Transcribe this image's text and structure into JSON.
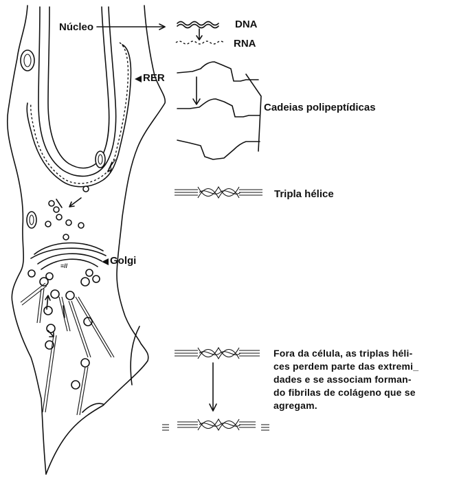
{
  "labels": {
    "nucleus": "Núcleo",
    "rer": "RER",
    "golgi": "Golgi",
    "dna": "DNA",
    "rna": "RNA",
    "polypeptides": "Cadeias polipeptídicas",
    "triple_helix": "Tripla hélice"
  },
  "caption_lines": [
    "Fora da célula, as triplas héli-",
    "ces perdem parte das extremi_",
    "dades e se associam forman-",
    "do fibrilas de colágeno que se",
    "agregam."
  ],
  "colors": {
    "ink": "#111111",
    "paper": "#ffffff"
  }
}
